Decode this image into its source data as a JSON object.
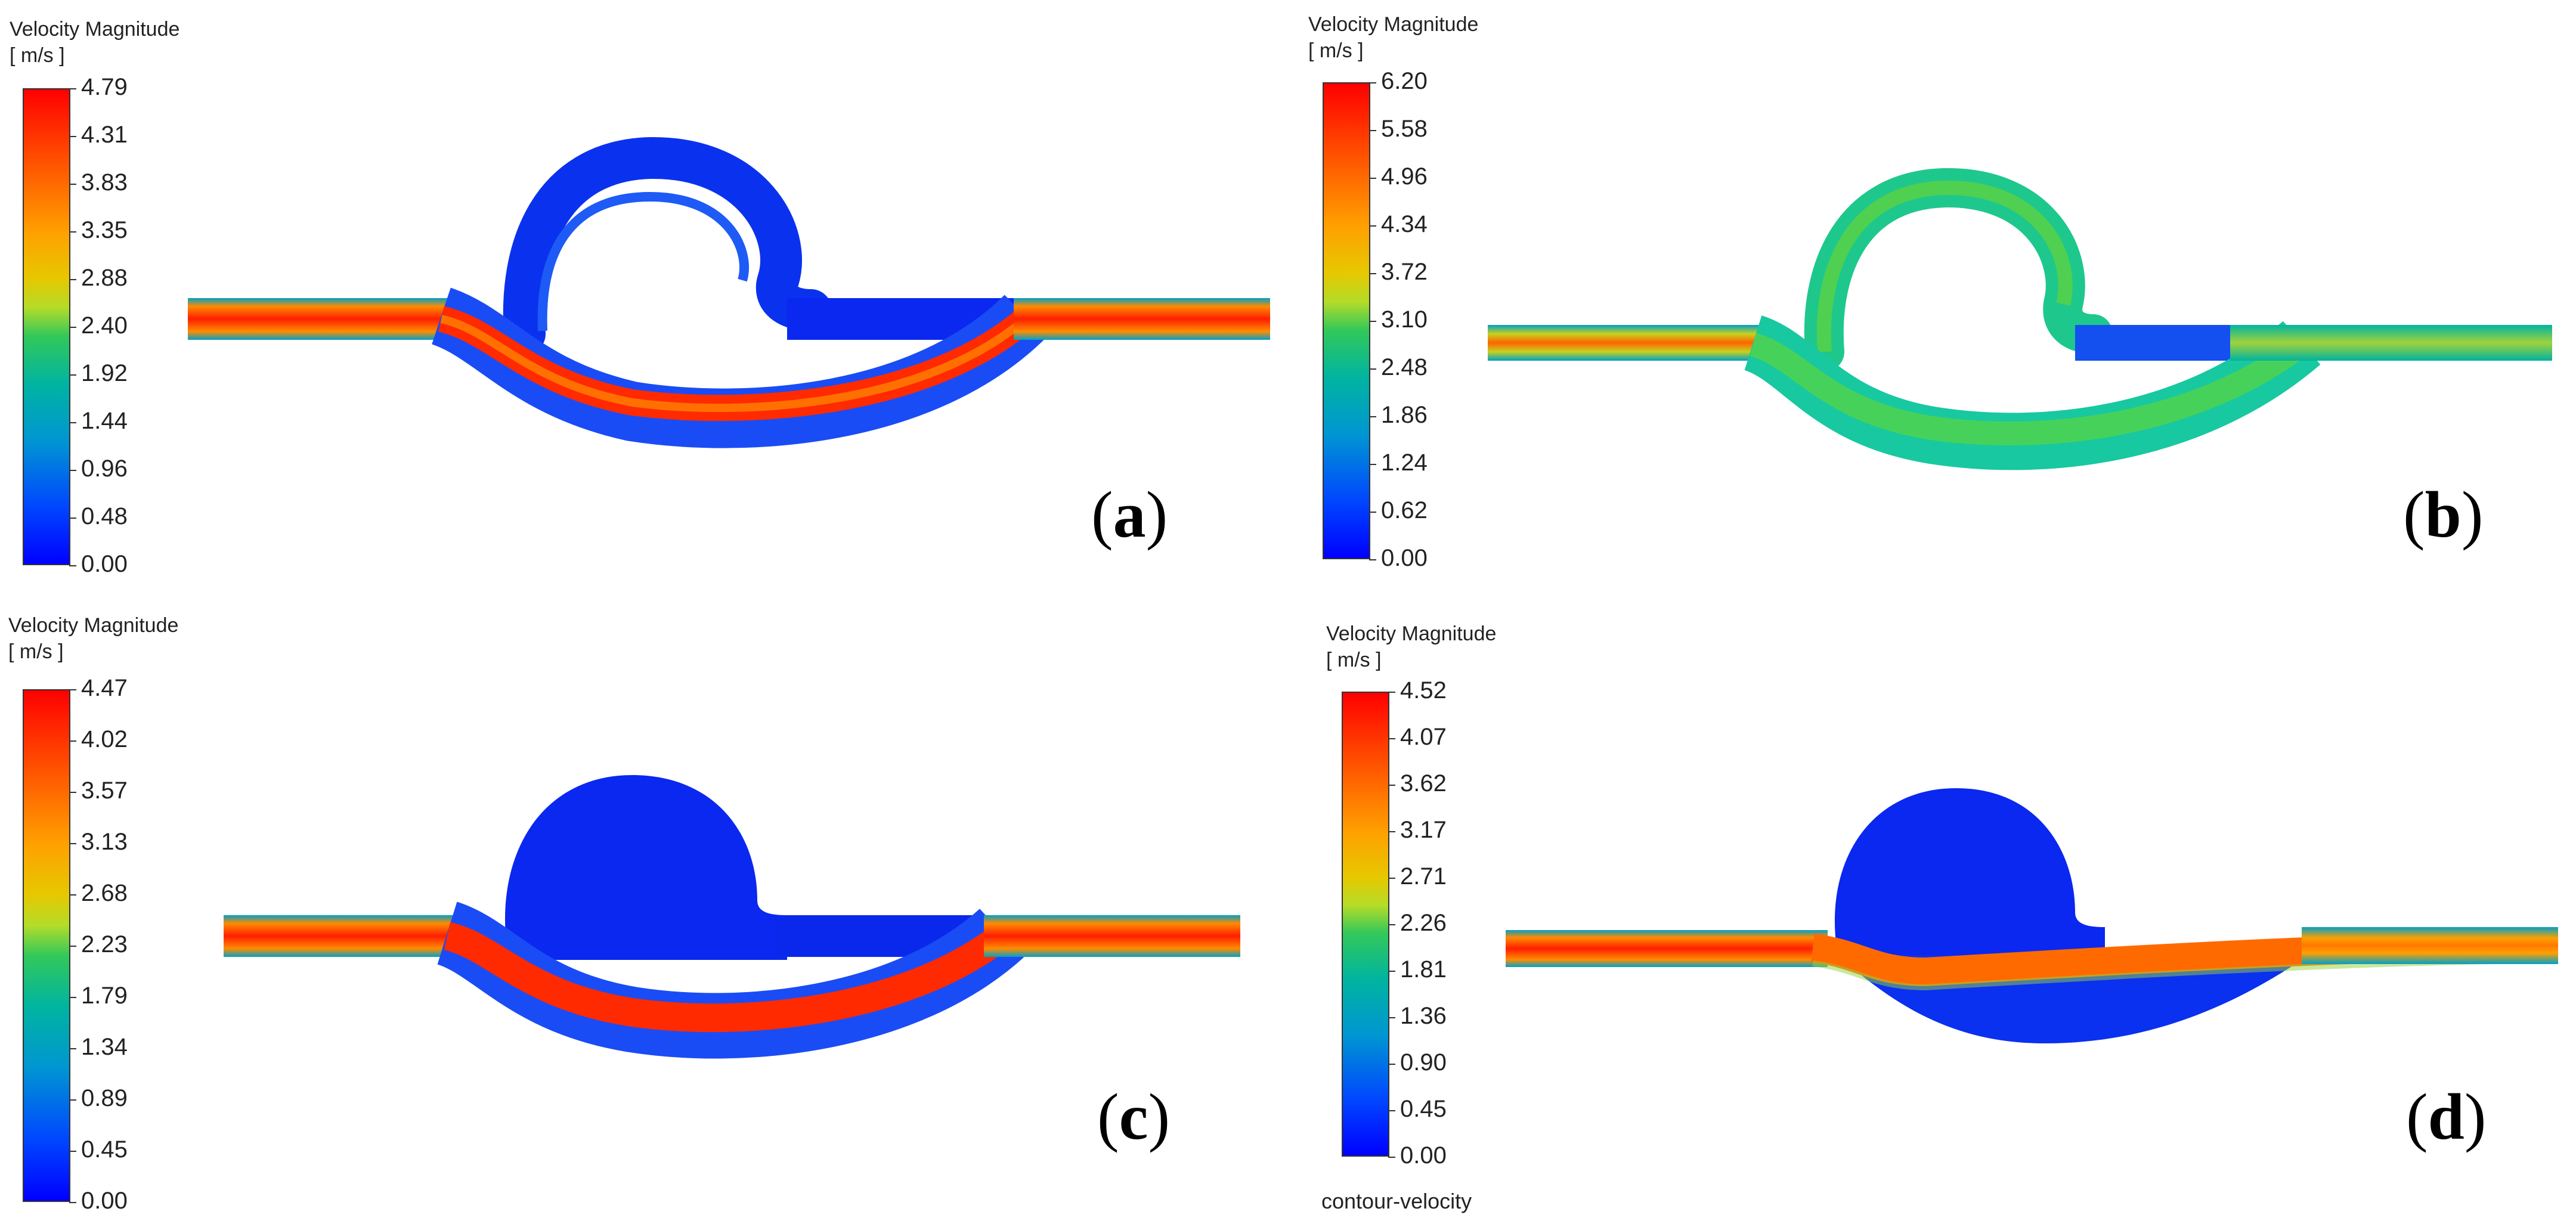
{
  "panels": [
    {
      "id": "a",
      "colorbar": {
        "title": "Velocity Magnitude",
        "unit": "[ m/s ]",
        "ticks": [
          "4.79",
          "4.31",
          "3.83",
          "3.35",
          "2.88",
          "2.40",
          "1.92",
          "1.44",
          "0.96",
          "0.48",
          "0.00"
        ]
      },
      "label_letter": "a",
      "footer": ""
    },
    {
      "id": "b",
      "colorbar": {
        "title": "Velocity Magnitude",
        "unit": "[ m/s ]",
        "ticks": [
          "6.20",
          "5.58",
          "4.96",
          "4.34",
          "3.72",
          "3.10",
          "2.48",
          "1.86",
          "1.24",
          "0.62",
          "0.00"
        ]
      },
      "label_letter": "b",
      "footer": ""
    },
    {
      "id": "c",
      "colorbar": {
        "title": "Velocity Magnitude",
        "unit": "[ m/s ]",
        "ticks": [
          "4.47",
          "4.02",
          "3.57",
          "3.13",
          "2.68",
          "2.23",
          "1.79",
          "1.34",
          "0.89",
          "0.45",
          "0.00"
        ]
      },
      "label_letter": "c",
      "footer": ""
    },
    {
      "id": "d",
      "colorbar": {
        "title": "Velocity Magnitude",
        "unit": "[ m/s ]",
        "ticks": [
          "4.52",
          "4.07",
          "3.62",
          "3.17",
          "2.71",
          "2.26",
          "1.81",
          "1.36",
          "0.90",
          "0.45",
          "0.00"
        ]
      },
      "label_letter": "d",
      "footer": "contour-velocity"
    }
  ],
  "colors": {
    "low": "#0000ff",
    "high": "#ff0000",
    "mid": "#32c85a"
  }
}
